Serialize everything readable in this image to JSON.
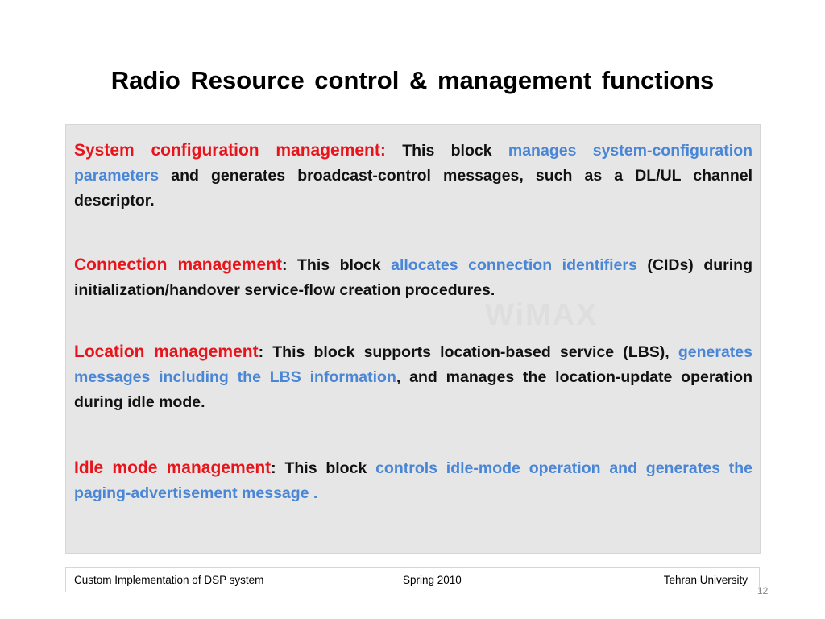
{
  "title": "Radio  Resource  control & management  functions",
  "watermark": "WiMAX",
  "paragraphs": [
    {
      "heading": "System configuration management:",
      "sep": " ",
      "text1": "This block ",
      "highlight": "manages system-configuration parameters",
      "text2": " and generates broadcast-control messages, such as a DL/UL channel descriptor."
    },
    {
      "heading": "Connection management",
      "sep": ": ",
      "text1": "This block ",
      "highlight": "allocates connection identifiers",
      "text2": " (CIDs) during initialization/handover service-flow creation procedures."
    },
    {
      "heading": "Location management",
      "sep": ": ",
      "text1": "This block supports location-based service (LBS), ",
      "highlight": "generates messages including the LBS information",
      "text2": ", and manages the location-update operation during idle mode."
    },
    {
      "heading": "Idle mode management",
      "sep": ": ",
      "text1": "This block ",
      "highlight": "controls idle-mode operation and generates the paging-advertisement message .",
      "text2": ""
    }
  ],
  "footer": {
    "left": "Custom Implementation of DSP system",
    "center": "Spring 2010",
    "right": "Tehran University"
  },
  "page_number": "12",
  "colors": {
    "heading": "#e8141b",
    "highlight": "#4a86d6",
    "content_background": "#e6e6e6"
  }
}
